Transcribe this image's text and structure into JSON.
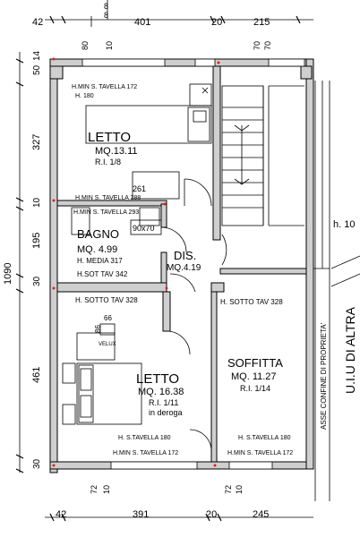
{
  "dimensions": {
    "top": [
      "42",
      "401",
      "20",
      "215"
    ],
    "top_small": [
      "8",
      "8",
      "80",
      "10",
      "70",
      "70"
    ],
    "left": [
      "50",
      "14",
      "327",
      "10",
      "195",
      "30",
      "461",
      "30"
    ],
    "left_total": "1090",
    "bottom": [
      "42",
      "391",
      "20",
      "245"
    ],
    "bottom_small": [
      "72",
      "10",
      "72",
      "10"
    ]
  },
  "rooms": {
    "letto1": {
      "name": "LETTO",
      "area": "MQ.13.11",
      "ri": "R.I. 1/8",
      "h_top": "H.MIN S. TAVELLA 172",
      "h_max": "H. 180",
      "h_bottom": "H.MIN S. TAVELLA 288",
      "door": "261"
    },
    "bagno": {
      "name": "BAGNO",
      "area": "MQ. 4.99",
      "h_top": "H.MIN S. TAVELLA 293",
      "h_media": "H. MEDIA 317",
      "h_sot": "H.SOT TAV 342",
      "window": "90x70"
    },
    "dis": {
      "name": "DIS.",
      "area": "MQ.4.19",
      "h_left": "H. SOTTO TAV 328",
      "h_right": "H. SOTTO TAV 328"
    },
    "letto2": {
      "name": "LETTO",
      "area": "MQ. 16.38",
      "ri": "R.I. 1/11",
      "deroga": "in deroga",
      "skylight_w": "66",
      "skylight_h": "86",
      "velux": "VELUX",
      "h_mid": "H. S.TAVELLA 180",
      "h_min": "H.MIN S. TAVELLA 172"
    },
    "soffitta": {
      "name": "SOFFITTA",
      "area": "MQ. 11.27",
      "ri": "R.I. 1/14",
      "h_mid": "H. S.TAVELLA 180",
      "h_min": "H.MIN S. TAVELLA 172"
    }
  },
  "side": {
    "altra": "U.I.U DI ALTRA",
    "confine": "ASSE CONFINE DI PROPRIETA'",
    "h_right": "h. 10"
  }
}
